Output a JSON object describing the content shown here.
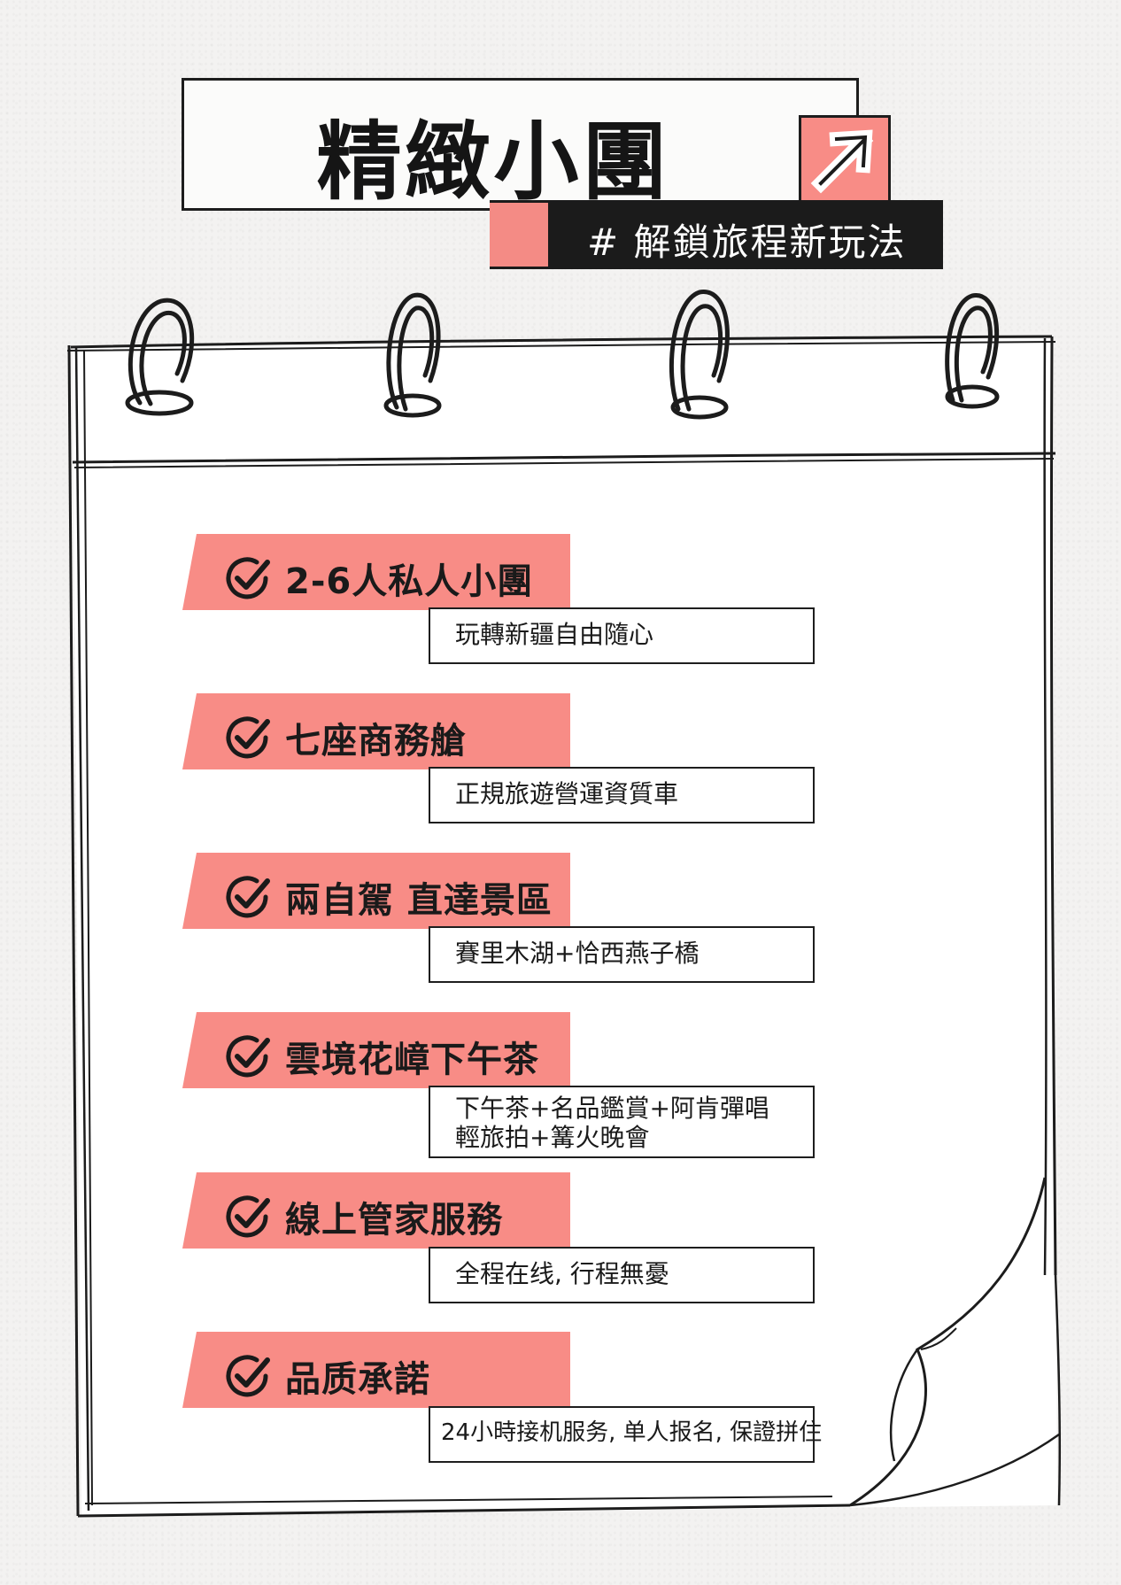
{
  "header": {
    "title": "精緻小團",
    "tagline": "# 解鎖旅程新玩法"
  },
  "colors": {
    "accent": "#f88c86",
    "ink": "#1b1b1b",
    "paper": "#ffffff"
  },
  "icons": {
    "arrow": "arrow-up-right-icon",
    "check": "check-circle-icon"
  },
  "items": [
    {
      "title": "2-6人私人小團",
      "desc": [
        "玩轉新疆自由隨心"
      ]
    },
    {
      "title": "七座商務艙",
      "desc": [
        "正規旅遊營運資質車"
      ]
    },
    {
      "title": "兩自駕 直達景區",
      "desc": [
        "賽里木湖+恰西燕子橋"
      ]
    },
    {
      "title": "雲境花嶂下午茶",
      "desc": [
        "下午茶+名品鑑賞+阿肯彈唱",
        "輕旅拍+篝火晚會"
      ]
    },
    {
      "title": "線上管家服務",
      "desc": [
        "全程在线, 行程無憂"
      ]
    },
    {
      "title": "品质承諾",
      "desc": [
        "24小時接机服务, 单人报名, 保證拼住"
      ]
    }
  ]
}
